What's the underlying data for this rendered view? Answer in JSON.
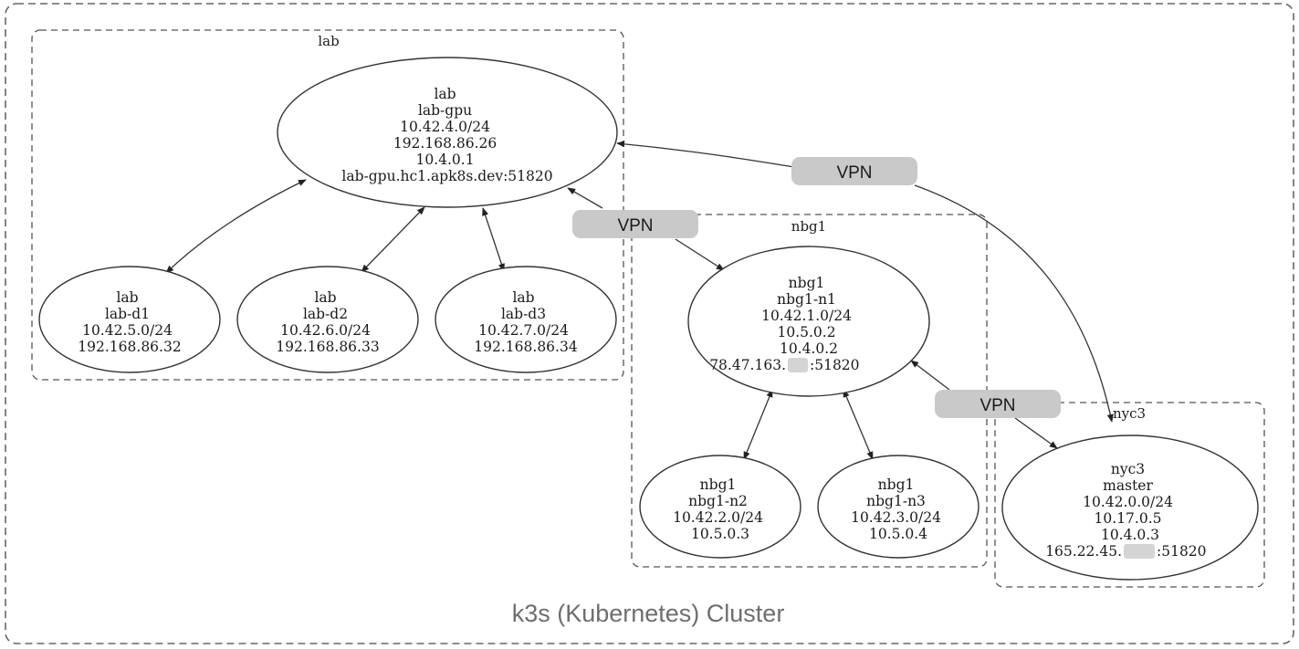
{
  "cluster": {
    "title": "k3s (Kubernetes) Cluster"
  },
  "groups": [
    {
      "id": "lab",
      "label": "lab"
    },
    {
      "id": "nbg1",
      "label": "nbg1"
    },
    {
      "id": "nyc3",
      "label": "nyc3"
    }
  ],
  "nodes": [
    {
      "id": "lab-gpu",
      "lines": [
        "lab",
        "lab-gpu",
        "10.42.4.0/24",
        "192.168.86.26",
        "10.4.0.1",
        "lab-gpu.hc1.apk8s.dev:51820"
      ]
    },
    {
      "id": "lab-d1",
      "lines": [
        "lab",
        "lab-d1",
        "10.42.5.0/24",
        "192.168.86.32"
      ]
    },
    {
      "id": "lab-d2",
      "lines": [
        "lab",
        "lab-d2",
        "10.42.6.0/24",
        "192.168.86.33"
      ]
    },
    {
      "id": "lab-d3",
      "lines": [
        "lab",
        "lab-d3",
        "10.42.7.0/24",
        "192.168.86.34"
      ]
    },
    {
      "id": "nbg1-n1",
      "lines": [
        "nbg1",
        "nbg1-n1",
        "10.42.1.0/24",
        "10.5.0.2",
        "10.4.0.2",
        "78.47.163.",
        ":51820"
      ]
    },
    {
      "id": "nbg1-n2",
      "lines": [
        "nbg1",
        "nbg1-n2",
        "10.42.2.0/24",
        "10.5.0.3"
      ]
    },
    {
      "id": "nbg1-n3",
      "lines": [
        "nbg1",
        "nbg1-n3",
        "10.42.3.0/24",
        "10.5.0.4"
      ]
    },
    {
      "id": "nyc3-master",
      "lines": [
        "nyc3",
        "master",
        "10.42.0.0/24",
        "10.17.0.5",
        "10.4.0.3",
        "165.22.45.",
        ":51820"
      ]
    }
  ],
  "edges": [
    {
      "from": "lab-gpu",
      "to": "lab-d1",
      "label": ""
    },
    {
      "from": "lab-gpu",
      "to": "lab-d2",
      "label": ""
    },
    {
      "from": "lab-gpu",
      "to": "lab-d3",
      "label": ""
    },
    {
      "from": "lab-gpu",
      "to": "nbg1-n1",
      "label": "VPN"
    },
    {
      "from": "lab-gpu",
      "to": "nyc3-master",
      "label": "VPN"
    },
    {
      "from": "nbg1-n1",
      "to": "nbg1-n2",
      "label": ""
    },
    {
      "from": "nbg1-n1",
      "to": "nbg1-n3",
      "label": ""
    },
    {
      "from": "nbg1-n1",
      "to": "nyc3-master",
      "label": "VPN"
    }
  ]
}
